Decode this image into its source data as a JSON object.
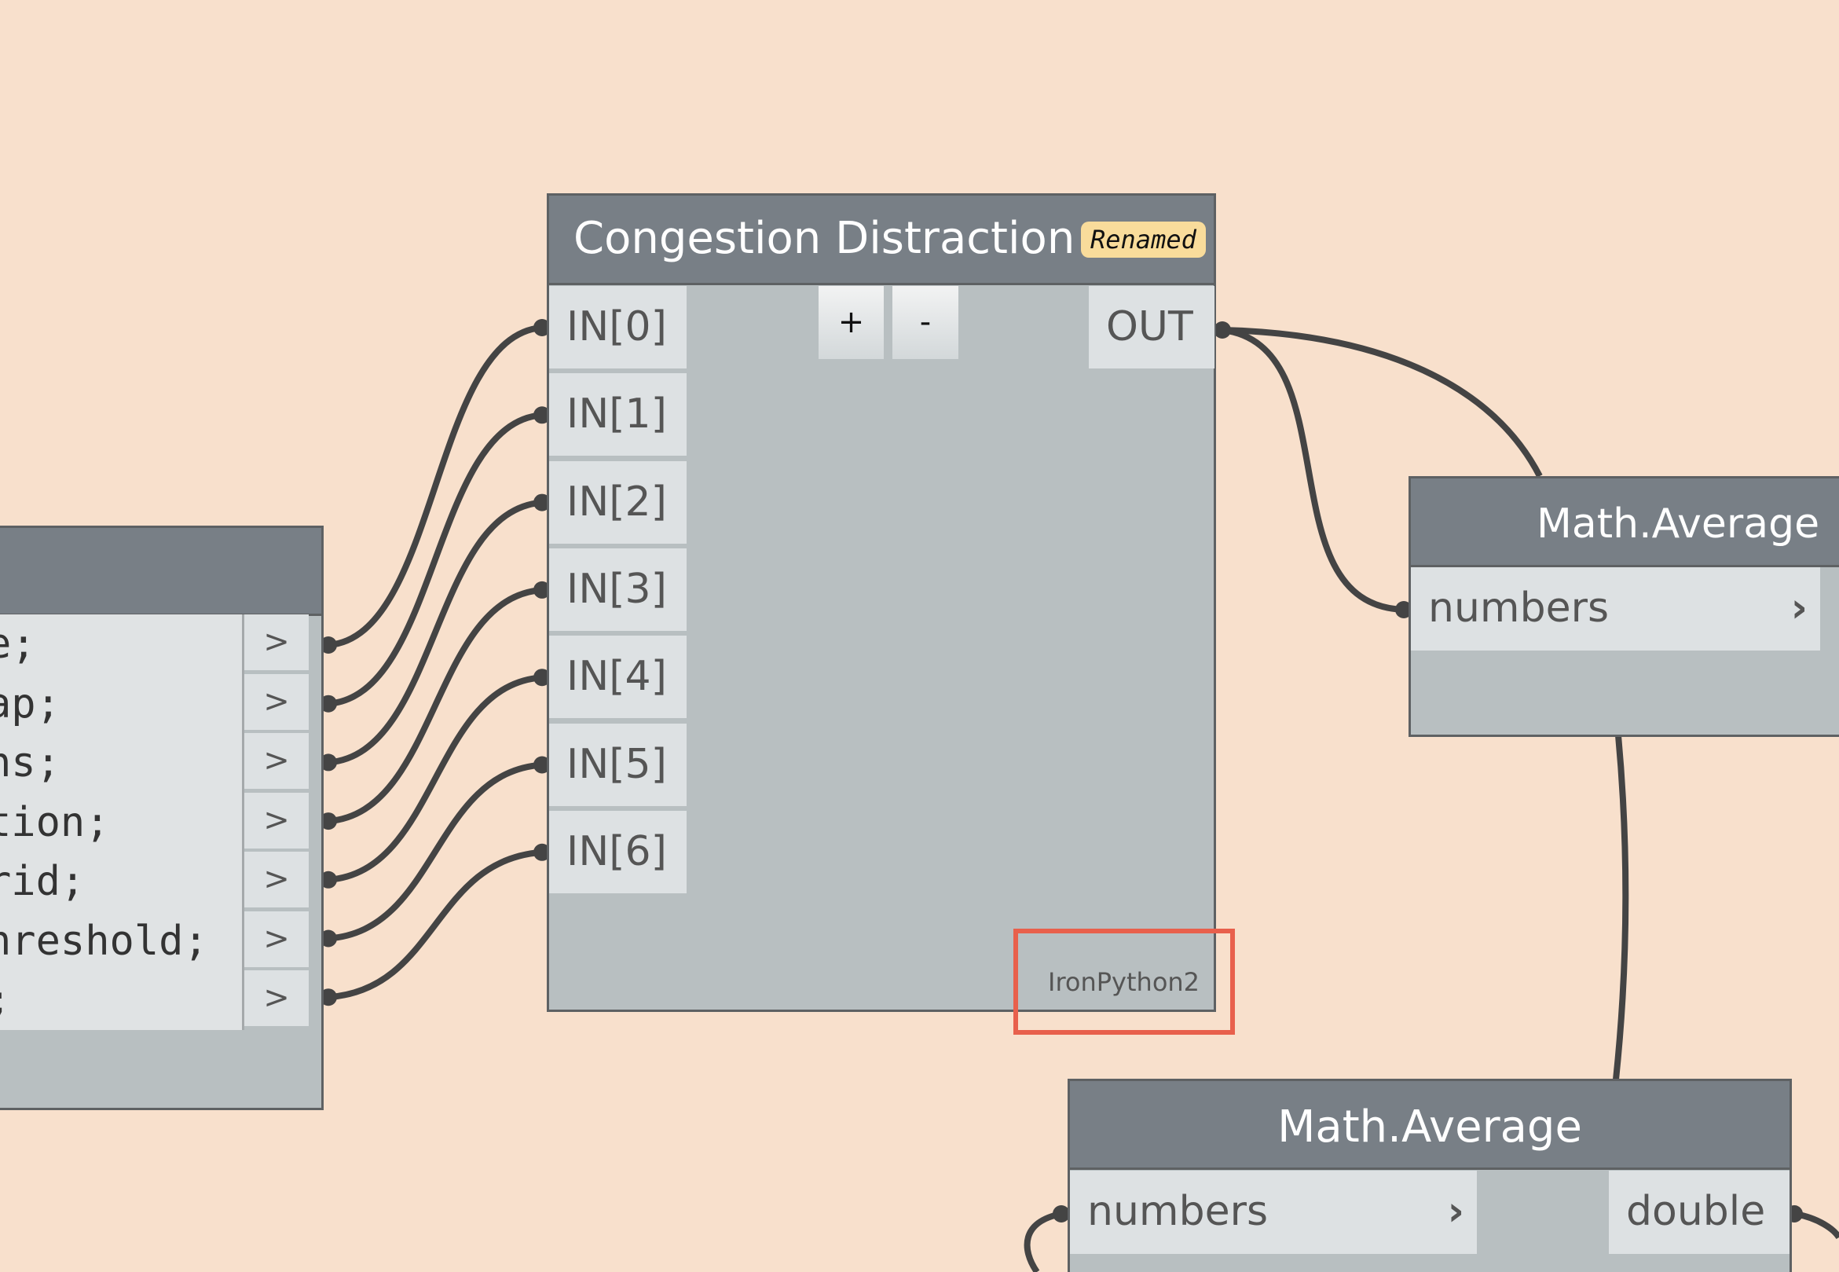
{
  "code_node": {
    "lines": [
      "e;",
      "ap;",
      "ns;",
      "tion;",
      "rid;",
      "hreshold;",
      ";"
    ],
    "port_glyph": ">"
  },
  "python_node": {
    "title": "Congestion Distraction",
    "badge": "Renamed",
    "inputs": [
      "IN[0]",
      "IN[1]",
      "IN[2]",
      "IN[3]",
      "IN[4]",
      "IN[5]",
      "IN[6]"
    ],
    "add_button": "+",
    "remove_button": "-",
    "output": "OUT",
    "engine": "IronPython2",
    "highlight_color": "#e8604c"
  },
  "avg_node_right": {
    "title": "Math.Average",
    "input": "numbers"
  },
  "avg_node_bottom": {
    "title": "Math.Average",
    "input": "numbers",
    "output": "double"
  },
  "colors": {
    "canvas": "#f8e0cc",
    "wire": "#444444",
    "header": "#787f86",
    "badge": "#f9dc9b"
  }
}
